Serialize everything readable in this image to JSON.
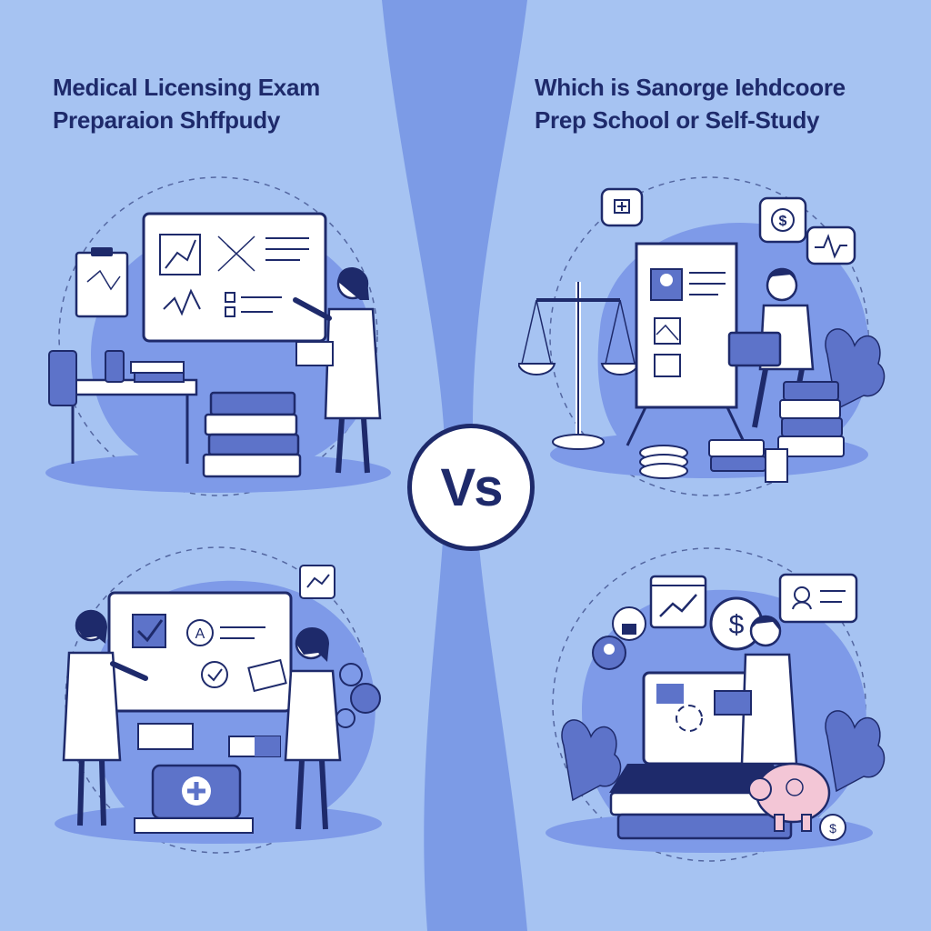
{
  "left_panel": {
    "title_line1": "Medical Licensing Exam",
    "title_line2": "Preparaion Shffpudy"
  },
  "right_panel": {
    "title_line1": "Which is Sanorge Iehdcoore",
    "title_line2": "Prep School or Self-Study"
  },
  "center": {
    "vs_label": "Vs"
  },
  "scenes": {
    "quiz_option_letter": "A"
  },
  "colors": {
    "background": "#a6c3f2",
    "center_band": "#7c9be6",
    "ink": "#1e2a6b",
    "blob": "#7e9ae8",
    "piggy": "#f3c6d6"
  }
}
